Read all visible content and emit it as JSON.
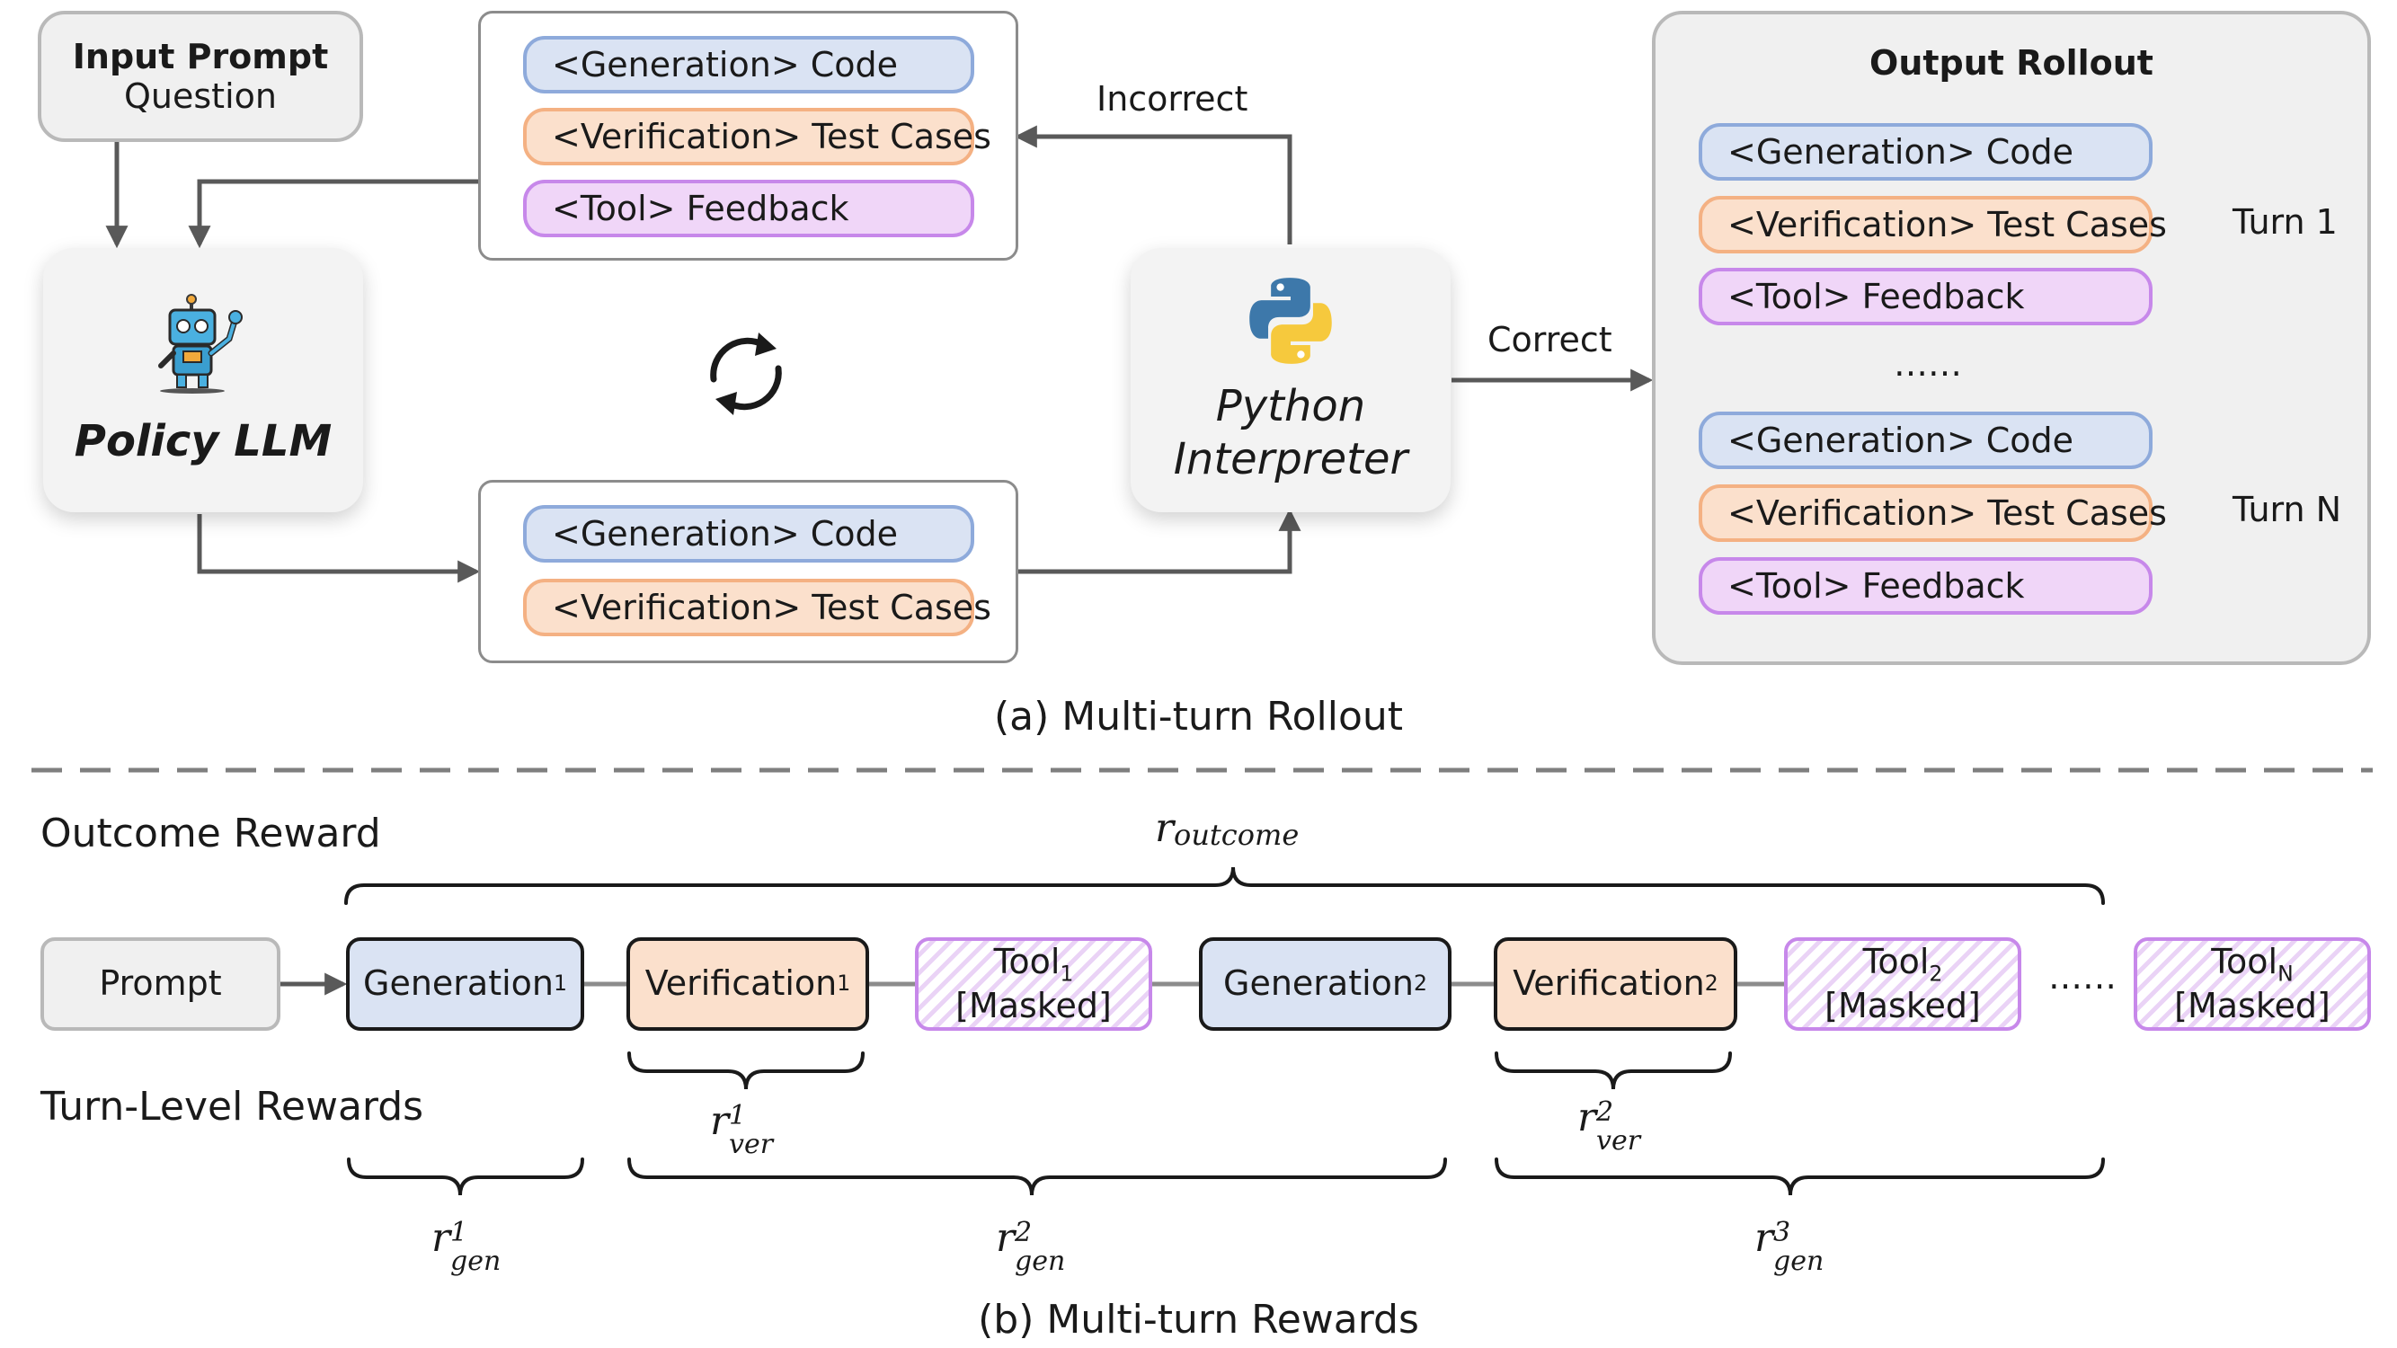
{
  "input_prompt": {
    "title": "Input Prompt",
    "subtitle": "Question"
  },
  "policy": {
    "label": "Policy LLM"
  },
  "interpreter": {
    "line1": "Python",
    "line2": "Interpreter"
  },
  "top_panel": {
    "generation": "<Generation> Code",
    "verification": "<Verification> Test Cases",
    "tool": "<Tool> Feedback"
  },
  "bottom_panel": {
    "generation": "<Generation> Code",
    "verification": "<Verification> Test Cases"
  },
  "edges": {
    "incorrect": "Incorrect",
    "correct": "Correct"
  },
  "output": {
    "title": "Output Rollout",
    "turn1": {
      "generation": "<Generation> Code",
      "verification": "<Verification> Test Cases",
      "tool": "<Tool> Feedback",
      "label": "Turn 1"
    },
    "dots": "……",
    "turnN": {
      "generation": "<Generation> Code",
      "verification": "<Verification> Test Cases",
      "tool": "<Tool> Feedback",
      "label": "Turn N"
    }
  },
  "caption_a": "(a) Multi-turn Rollout",
  "rewards": {
    "outcome_label": "Outcome Reward",
    "outcome_symbol": "r",
    "outcome_sub": "outcome",
    "turn_label": "Turn-Level Rewards",
    "prompt": "Prompt",
    "gen1": {
      "text": "Generation",
      "sub": "1"
    },
    "ver1": {
      "text": "Verification",
      "sub": "1"
    },
    "tool1": {
      "text": "Tool",
      "sub": "1",
      "masked": "[Masked]"
    },
    "gen2": {
      "text": "Generation",
      "sub": "2"
    },
    "ver2": {
      "text": "Verification",
      "sub": "2"
    },
    "tool2": {
      "text": "Tool",
      "sub": "2",
      "masked": "[Masked]"
    },
    "dots": "……",
    "toolN": {
      "text": "Tool",
      "sub": "N",
      "masked": "[Masked]"
    },
    "r_ver1": {
      "base": "r",
      "sup": "1",
      "sub": "ver"
    },
    "r_ver2": {
      "base": "r",
      "sup": "2",
      "sub": "ver"
    },
    "r_gen1": {
      "base": "r",
      "sup": "1",
      "sub": "gen"
    },
    "r_gen2": {
      "base": "r",
      "sup": "2",
      "sub": "gen"
    },
    "r_gen3": {
      "base": "r",
      "sup": "3",
      "sub": "gen"
    }
  },
  "caption_b": "(b) Multi-turn Rewards",
  "colors": {
    "generation": "#dae3f3",
    "verification": "#fbe0cc",
    "tool": "#f0d6f8",
    "generation_border": "#8eaadb",
    "verification_border": "#f4b183",
    "tool_border": "#c788ea"
  },
  "icons": [
    "robot-icon",
    "refresh-cycle-icon",
    "python-logo-icon"
  ]
}
